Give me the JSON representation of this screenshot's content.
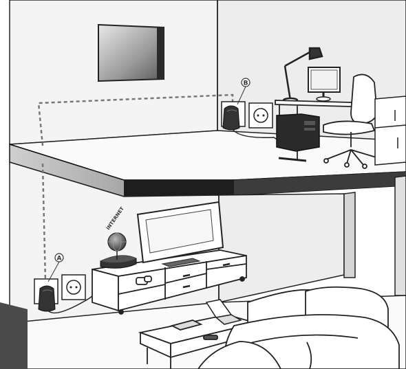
{
  "markers": {
    "upstairs_label": "B",
    "downstairs_label": "A"
  },
  "globe": {
    "label": "INTERNET"
  },
  "colors": {
    "adapter": "#333333",
    "wall": "#f3f3f3",
    "floor": "#fafafa",
    "dark_edge": "#1a1a1a",
    "cable_dashed": "#777777"
  }
}
